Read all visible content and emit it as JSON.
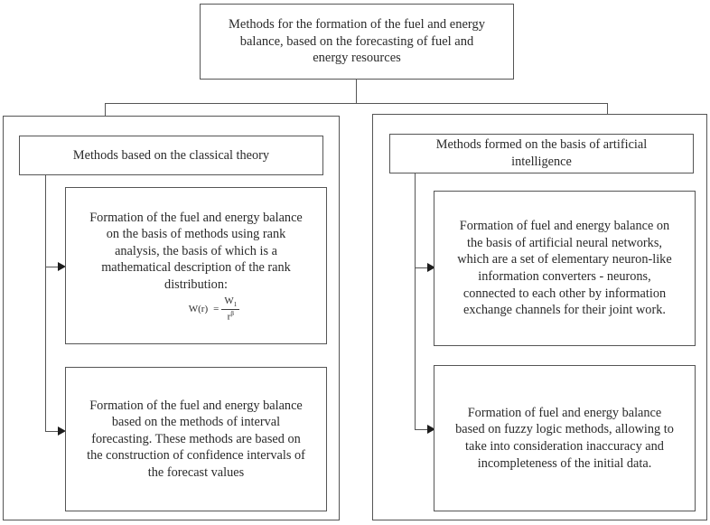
{
  "diagram": {
    "root": {
      "label": "Methods for the formation of the fuel and energy\nbalance, based on the forecasting of fuel and\nenergy resources"
    },
    "branches": [
      {
        "id": "classical",
        "header": "Methods based on the classical theory",
        "leaves": [
          {
            "id": "rank-analysis",
            "text": "Formation of the fuel and energy balance\non the basis of methods using rank\nanalysis, the basis of which is a\nmathematical description of the rank\ndistribution:",
            "formula": {
              "lhs": "W(r)",
              "equals": "=",
              "numerator": "W",
              "numerator_subscript": "1",
              "denominator": "r",
              "denominator_superscript": "β"
            }
          },
          {
            "id": "interval-forecasting",
            "text": "Formation of the fuel and energy balance\nbased on the methods of interval\nforecasting. These methods are based on\nthe construction of confidence intervals of\nthe forecast values"
          }
        ]
      },
      {
        "id": "artificial-intelligence",
        "header": "Methods formed on the basis of artificial\nintelligence",
        "leaves": [
          {
            "id": "neural-networks",
            "text": "Formation of fuel and energy balance on\nthe basis of artificial neural networks,\nwhich are a set of elementary neuron-like\ninformation converters - neurons,\nconnected to each other by information\nexchange channels for their joint work."
          },
          {
            "id": "fuzzy-logic",
            "text": "Formation of fuel and energy balance\nbased on fuzzy logic methods, allowing to\ntake into consideration inaccuracy and\nincompleteness of the initial data."
          }
        ]
      }
    ],
    "colors": {
      "border": "#555555",
      "text": "#2a2a2a",
      "background": "#ffffff",
      "arrow": "#1d1d1d"
    }
  }
}
